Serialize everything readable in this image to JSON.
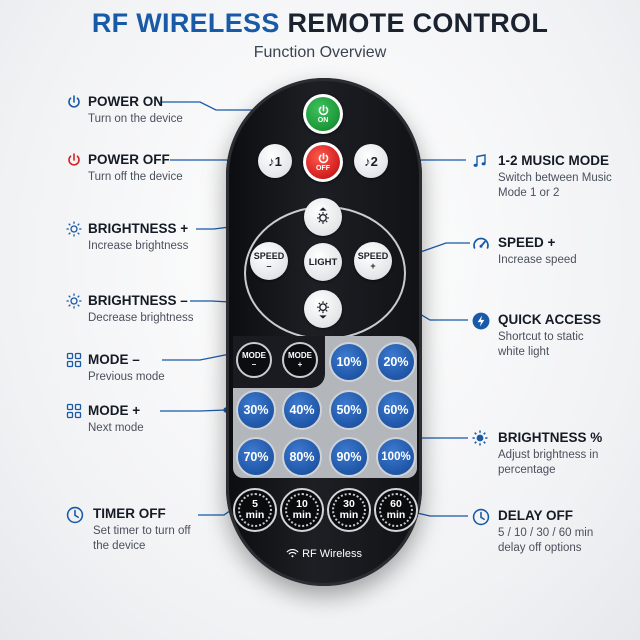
{
  "header": {
    "title_part1": "RF WIRELESS",
    "title_part2": "REMOTE CONTROL",
    "subtitle": "Function Overview"
  },
  "colors": {
    "accent": "#1859a8",
    "power_on": "#1e9a3a",
    "power_off": "#d32222",
    "percent_button": "#1f56a6"
  },
  "labels_left": [
    {
      "icon": "power-icon",
      "title": "POWER ON",
      "desc": "Turn on the device",
      "icon_color": "#1859a8"
    },
    {
      "icon": "power-icon",
      "title": "POWER OFF",
      "desc": "Turn off the device",
      "icon_color": "#d32222"
    },
    {
      "icon": "sun-icon",
      "title": "BRIGHTNESS +",
      "desc": "Increase brightness"
    },
    {
      "icon": "sun-icon",
      "title": "BRIGHTNESS –",
      "desc": "Decrease brightness"
    },
    {
      "icon": "grid-icon",
      "title": "MODE –",
      "desc": "Previous mode"
    },
    {
      "icon": "grid-icon",
      "title": "MODE +",
      "desc": "Next mode"
    },
    {
      "icon": "clock-icon",
      "title": "TIMER OFF",
      "desc": "Set timer to turn off the device"
    }
  ],
  "labels_right": [
    {
      "icon": "music-note-icon",
      "title": "1-2 MUSIC MODE",
      "desc": "Switch between Music Mode 1 or 2"
    },
    {
      "icon": "speedometer-icon",
      "title": "SPEED +",
      "desc": "Increase speed"
    },
    {
      "icon": "lightning-icon",
      "title": "QUICK ACCESS",
      "desc": "Shortcut to static white light"
    },
    {
      "icon": "sun-filled-icon",
      "title": "BRIGHTNESS %",
      "desc": "Adjust brightness in percentage"
    },
    {
      "icon": "clock-icon",
      "title": "DELAY OFF",
      "desc": "5 / 10 / 30 / 60 min delay off options"
    }
  ],
  "remote": {
    "power_on": "ON",
    "power_off": "OFF",
    "music1": "♪1",
    "music2": "♪2",
    "speed_minus": "SPEED –",
    "light": "LIGHT",
    "speed_plus": "SPEED +",
    "mode_minus": "MODE –",
    "mode_plus": "MODE +",
    "percent_row1": [
      "10%",
      "20%"
    ],
    "percent_row2": [
      "30%",
      "40%",
      "50%",
      "60%"
    ],
    "percent_row3": [
      "70%",
      "80%",
      "90%",
      "100%"
    ],
    "timers": [
      {
        "value": "5",
        "unit": "min"
      },
      {
        "value": "10",
        "unit": "min"
      },
      {
        "value": "30",
        "unit": "min"
      },
      {
        "value": "60",
        "unit": "min"
      }
    ],
    "brand": "RF Wireless"
  }
}
